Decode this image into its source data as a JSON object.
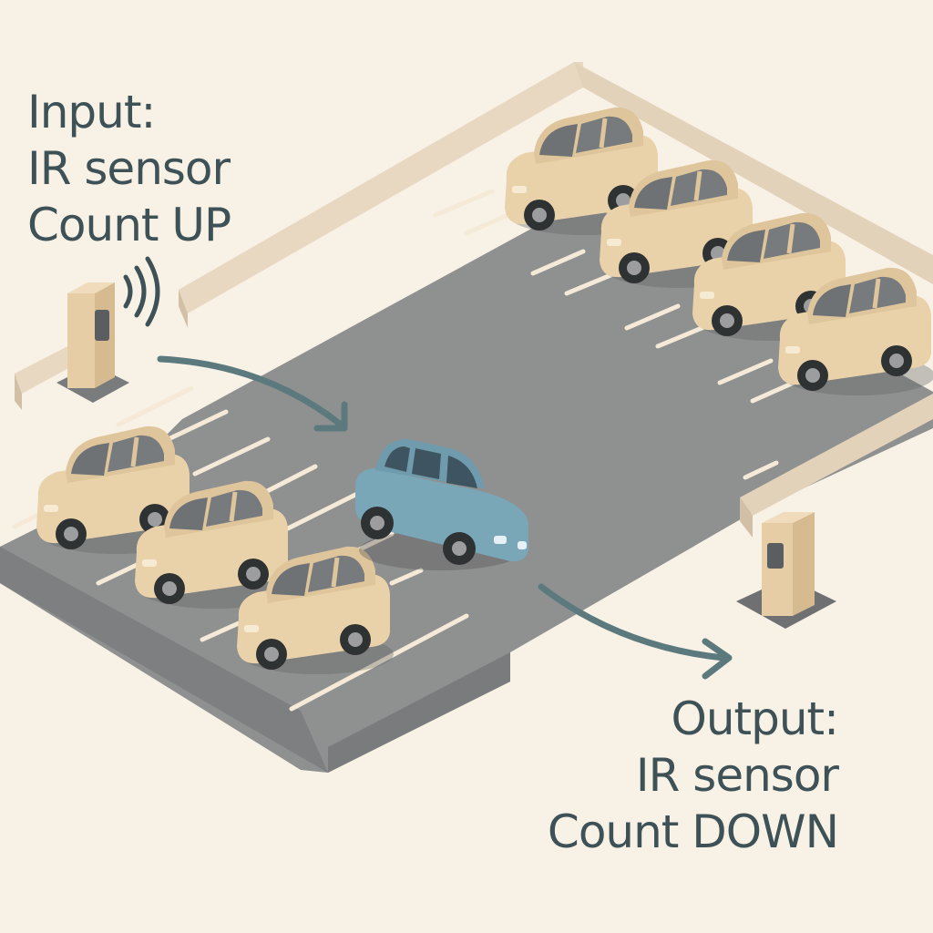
{
  "input_label": {
    "title": "Input:",
    "line1": "IR sensor",
    "line2": "Count UP"
  },
  "output_label": {
    "title": "Output:",
    "line1": "IR sensor",
    "line2": "Count DOWN"
  },
  "colors": {
    "background": "#f8f1e6",
    "lot_surface": "#8f9090",
    "parked_car": "#e9d2aa",
    "moving_car": "#79a7b8",
    "sensor_post": "#e6cda6",
    "arrow": "#5c7a7e",
    "text": "#3d5157"
  },
  "icons": {
    "signal": "wireless-signal-icon",
    "arrows": "flow-arrow-icon"
  }
}
